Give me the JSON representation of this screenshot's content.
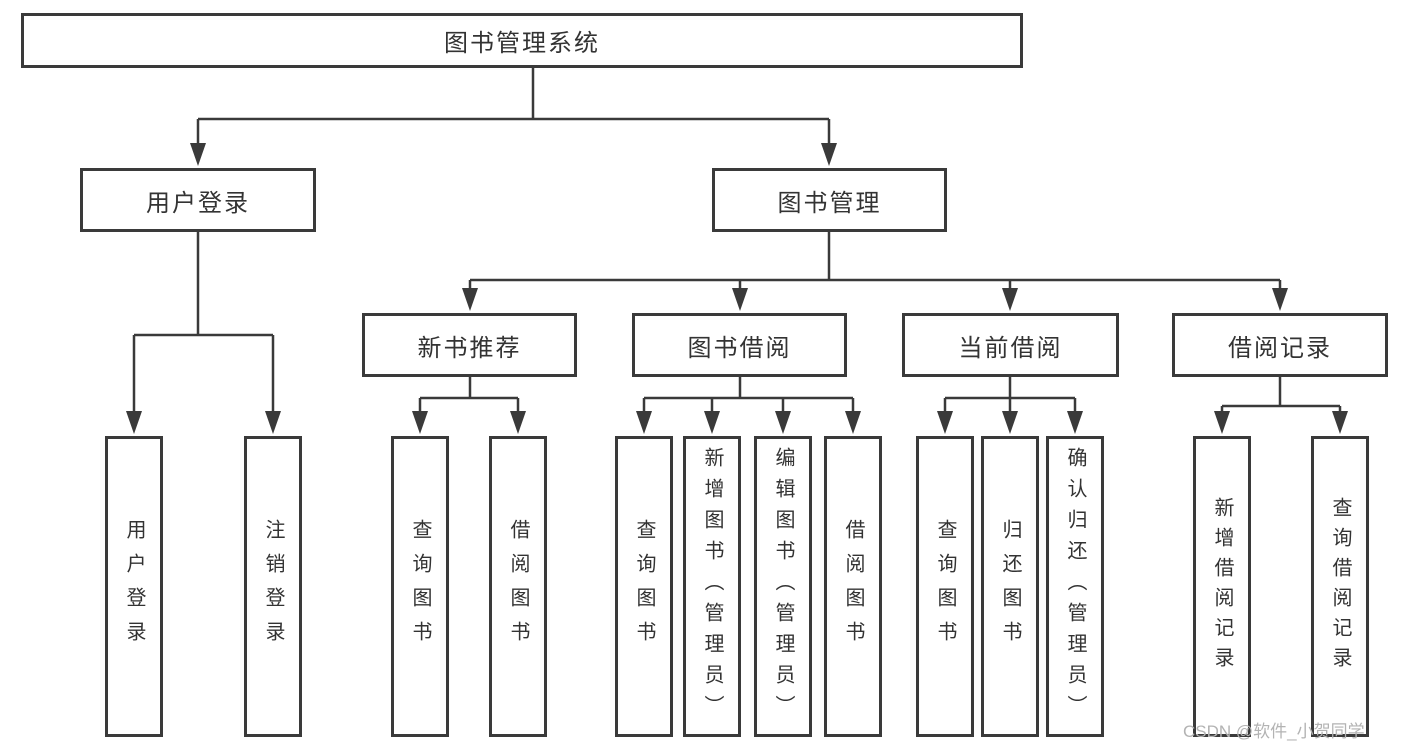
{
  "diagram": {
    "root": {
      "label": "图书管理系统"
    },
    "level2": [
      {
        "id": "user-login",
        "label": "用户登录"
      },
      {
        "id": "book-management",
        "label": "图书管理"
      }
    ],
    "level3": [
      {
        "id": "new-book-recommend",
        "parent": "book-management",
        "label": "新书推荐"
      },
      {
        "id": "book-borrow",
        "parent": "book-management",
        "label": "图书借阅"
      },
      {
        "id": "current-borrow",
        "parent": "book-management",
        "label": "当前借阅"
      },
      {
        "id": "borrow-records",
        "parent": "book-management",
        "label": "借阅记录"
      }
    ],
    "leaves": [
      {
        "parent": "user-login",
        "label": "用户登录"
      },
      {
        "parent": "user-login",
        "label": "注销登录"
      },
      {
        "parent": "new-book-recommend",
        "label": "查询图书"
      },
      {
        "parent": "new-book-recommend",
        "label": "借阅图书"
      },
      {
        "parent": "book-borrow",
        "label": "查询图书"
      },
      {
        "parent": "book-borrow",
        "label": "新增图书（管理员）"
      },
      {
        "parent": "book-borrow",
        "label": "编辑图书（管理员）"
      },
      {
        "parent": "book-borrow",
        "label": "借阅图书"
      },
      {
        "parent": "current-borrow",
        "label": "查询图书"
      },
      {
        "parent": "current-borrow",
        "label": "归还图书"
      },
      {
        "parent": "current-borrow",
        "label": "确认归还（管理员）"
      },
      {
        "parent": "borrow-records",
        "label": "新增借阅记录"
      },
      {
        "parent": "borrow-records",
        "label": "查询借阅记录"
      }
    ],
    "watermark": "CSDN @软件_小贺同学",
    "colors": {
      "line": "#3a3a3a",
      "border": "#3a3a3a",
      "text": "#333333",
      "watermark": "#b3b3b3",
      "background": "#ffffff"
    }
  }
}
